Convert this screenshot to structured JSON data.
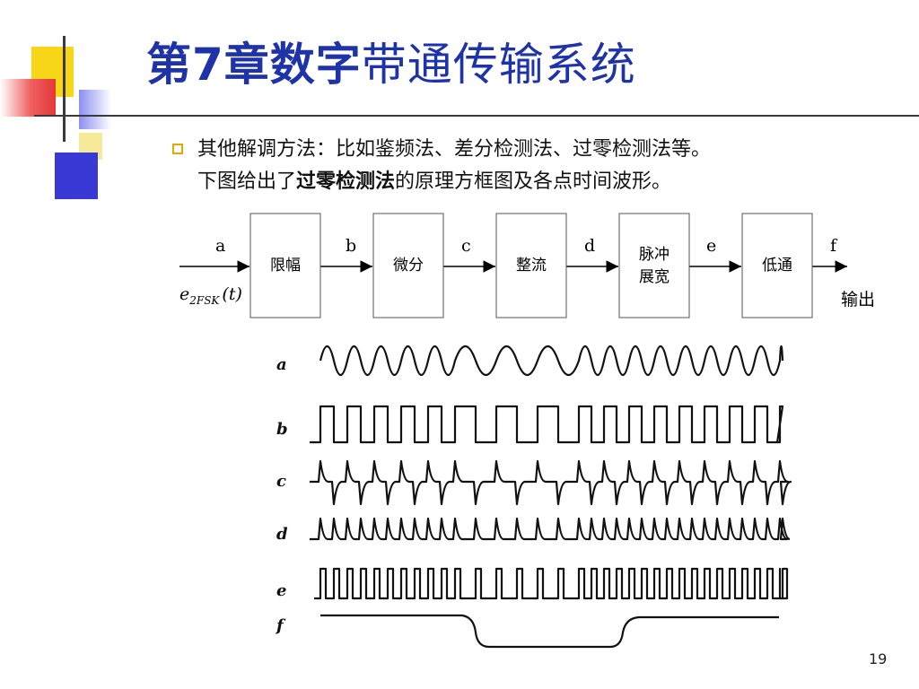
{
  "slide": {
    "title_bold": "第7章数字",
    "title_regular": "带通传输系统",
    "page_number": "19",
    "accent_colors": {
      "title": "#1f33a8",
      "yellow": "#f7d617",
      "red": "#e43838",
      "blue": "#3939d6"
    }
  },
  "body": {
    "bullet_icon": "hollow-square-bullet",
    "line1": "其他解调方法：比如鉴频法、差分检测法、过零检测法等。",
    "line2_before": "下图给出了",
    "line2_bold": "过零检测法",
    "line2_after": "的原理方框图及各点时间波形。"
  },
  "block_diagram": {
    "input_label": "e",
    "input_subscript": "2FSK",
    "input_arg": "(t)",
    "output_label": "输出",
    "point_labels": [
      "a",
      "b",
      "c",
      "d",
      "e",
      "f"
    ],
    "blocks": [
      {
        "label_line1": "限幅",
        "label_line2": ""
      },
      {
        "label_line1": "微分",
        "label_line2": ""
      },
      {
        "label_line1": "整流",
        "label_line2": ""
      },
      {
        "label_line1": "脉冲",
        "label_line2": "展宽"
      },
      {
        "label_line1": "低通",
        "label_line2": ""
      }
    ]
  },
  "waveforms": {
    "labels": [
      "a",
      "b",
      "c",
      "d",
      "e",
      "f"
    ]
  }
}
